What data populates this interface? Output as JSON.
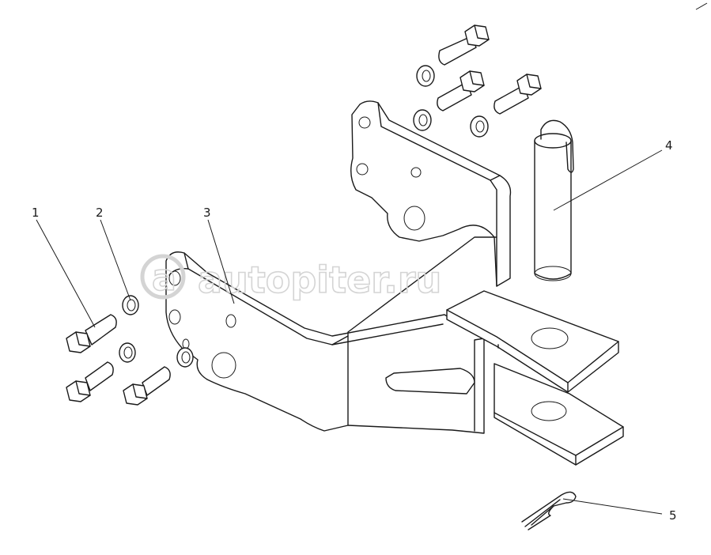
{
  "callouts": [
    {
      "label": "1"
    },
    {
      "label": "2"
    },
    {
      "label": "3"
    },
    {
      "label": "4"
    },
    {
      "label": "5"
    }
  ],
  "watermark": {
    "symbol": "a",
    "text": "autopiter.ru"
  },
  "colors": {
    "ink": "#1a1a1a",
    "watermark": "#d4d4d4",
    "background": "#ffffff"
  }
}
